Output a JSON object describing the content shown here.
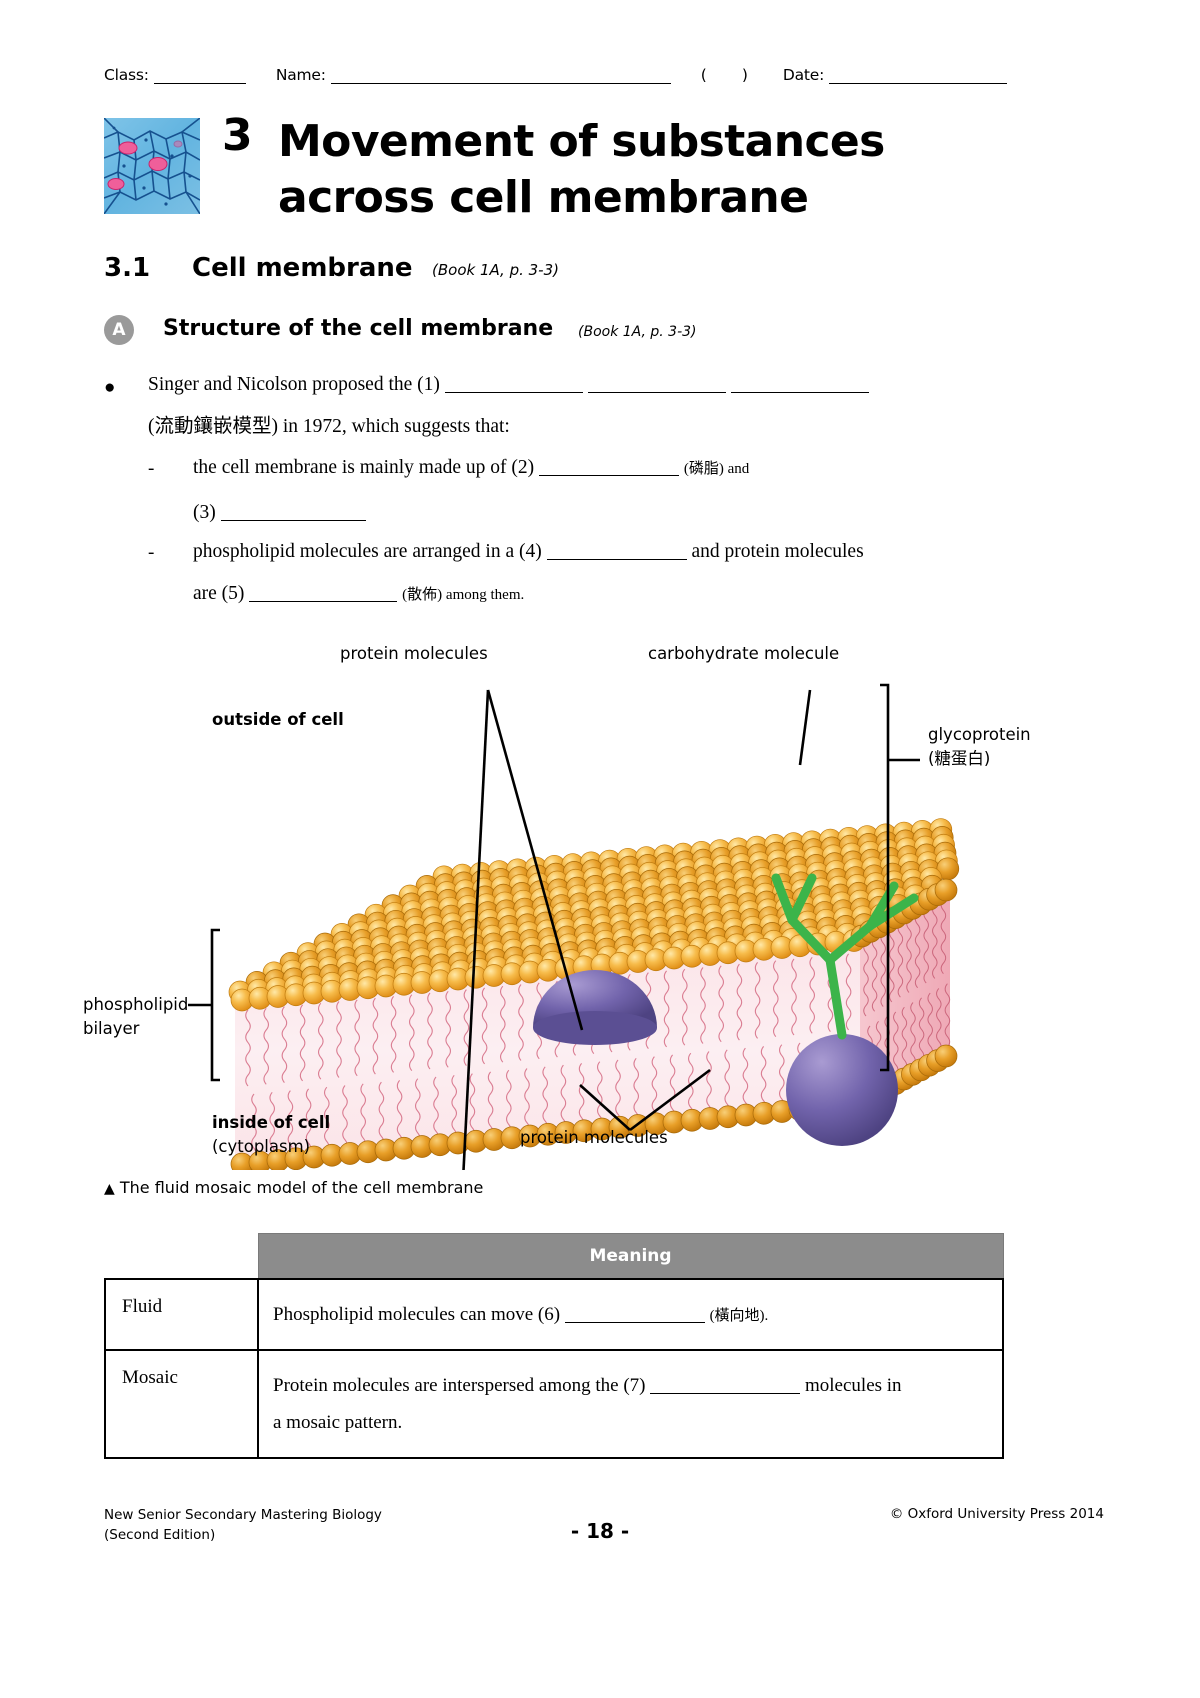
{
  "header": {
    "class_label": "Class:",
    "name_label": "Name:",
    "paren_open": "(",
    "paren_close": ")",
    "date_label": "Date:"
  },
  "chapter": {
    "number": "3",
    "title": "Movement of substances across cell membrane",
    "thumbnail_icon": "cell-tissue-micrograph"
  },
  "section": {
    "number": "3.1",
    "title": "Cell membrane",
    "reference": "(Book 1A, p. 3-3)"
  },
  "part": {
    "letter": "A",
    "title": "Structure of the cell membrane",
    "reference": "(Book 1A, p. 3-3)"
  },
  "body": {
    "bullet_glyph": "●",
    "dash_glyph": "-",
    "line1_a": "Singer and Nicolson proposed the (1)",
    "line2_a": "(流動鑲嵌模型) in 1972, which suggests that:",
    "line3_a": "the cell membrane is mainly made up of (2)",
    "line3_b": "(磷脂) and",
    "line4_a": "(3)",
    "line5_a": "phospholipid molecules are arranged in a (4)",
    "line5_b": "and protein molecules",
    "line6_a": "are (5)",
    "line6_b": "(散佈) among them."
  },
  "figure": {
    "label_protein_top": "protein molecules",
    "label_carbohydrate": "carbohydrate molecule",
    "label_outside": "outside of cell",
    "label_glycoprotein_en": "glycoprotein",
    "label_glycoprotein_cn": "(糖蛋白)",
    "label_bilayer_line1": "phospholipid",
    "label_bilayer_line2": "bilayer",
    "label_inside_en": "inside of cell",
    "label_inside_cn": "(cytoplasm)",
    "label_protein_bottom": "protein molecules",
    "caption_marker": "▲",
    "caption": "The fluid mosaic model of the cell membrane",
    "colors": {
      "head_gold": "#F3A92E",
      "head_gold_light": "#FFD87A",
      "tail_pink": "#F9D9DF",
      "tail_line": "#D9788E",
      "protein_purple": "#6F5FA6",
      "protein_light": "#A79BCD",
      "carb_green": "#3CB44A"
    }
  },
  "table": {
    "header_blank": "",
    "header_meaning": "Meaning",
    "rows": [
      {
        "key": "Fluid",
        "text_a": "Phospholipid molecules can move (6)",
        "text_b": "(橫向地)."
      },
      {
        "key": "Mosaic",
        "text_a": "Protein molecules are interspersed among the (7)",
        "text_b": "molecules in",
        "text_c": "a mosaic pattern."
      }
    ]
  },
  "footer": {
    "left_line1": "New Senior Secondary Mastering Biology",
    "left_line2": "(Second Edition)",
    "page": "- 18 -",
    "right": "© Oxford University Press 2014"
  }
}
